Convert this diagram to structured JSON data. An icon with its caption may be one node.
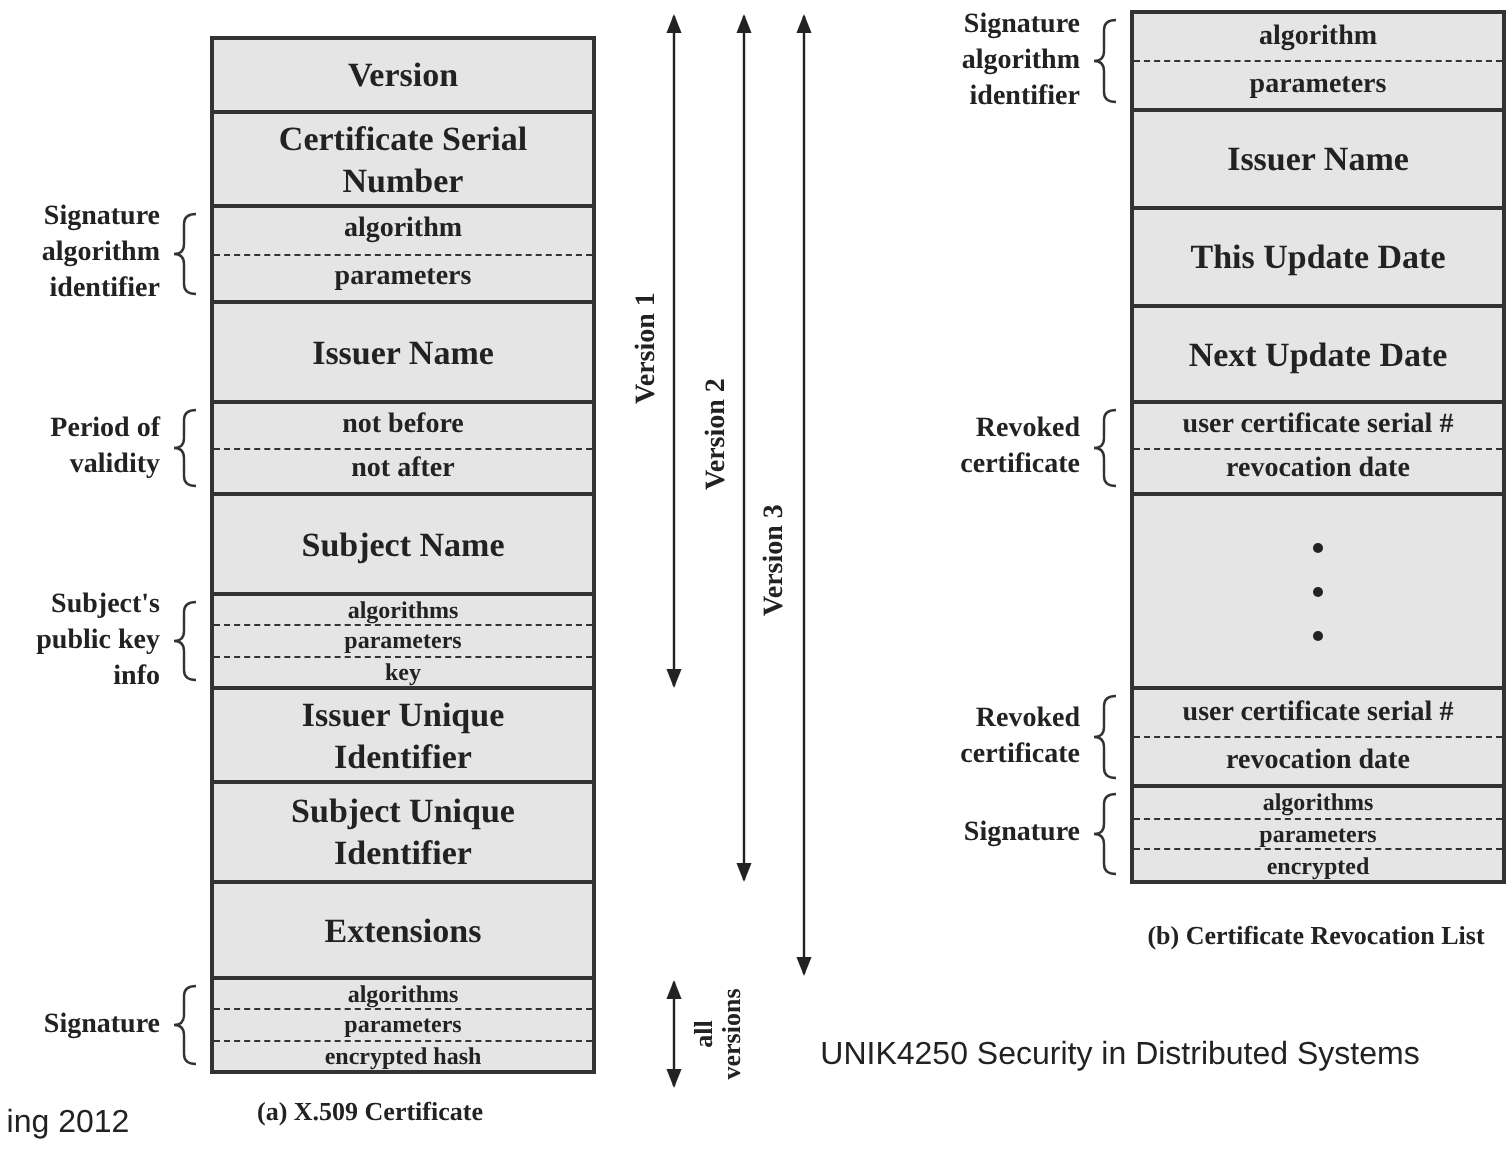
{
  "diagram": {
    "nodes": [
      {
        "text": [
          "Version"
        ]
      },
      {
        "text": [
          "Certificate Serial Number"
        ]
      },
      {
        "text": [
          "algorithm",
          "parameters"
        ],
        "beside": [
          "Signature algorithm identifier"
        ]
      },
      {
        "text": [
          "Issuer Name"
        ]
      },
      {
        "text": [
          "not before",
          "not after"
        ],
        "beside": [
          "Period of validity"
        ]
      },
      {
        "text": [
          "Subject Name"
        ]
      },
      {
        "text": [
          "algorithms",
          "parameters",
          "key"
        ],
        "beside": [
          "Subject's public key info"
        ]
      },
      {
        "text": [
          "Issuer Unique Identifier"
        ]
      },
      {
        "text": [
          "Subject Unique Identifier"
        ]
      },
      {
        "text": [
          "Extensions"
        ]
      },
      {
        "text": [
          "algorithms",
          "parameters",
          "encrypted hash"
        ],
        "beside": [
          "Signature"
        ]
      },
      {
        "text": [
          "algorithm",
          "parameters"
        ],
        "beside": [
          "Signature algorithm identifier"
        ]
      },
      {
        "text": [
          "Issuer Name"
        ]
      },
      {
        "text": [
          "This Update Date"
        ]
      },
      {
        "text": [
          "Next Update Date"
        ]
      },
      {
        "text": [
          "user certificate serial #",
          "revocation date"
        ],
        "beside": [
          "Revoked certificate"
        ]
      },
      {
        "text": [],
        "shape": "box"
      },
      {
        "text": [
          "user certificate serial #",
          "revocation date"
        ],
        "beside": [
          "Revoked certificate"
        ]
      },
      {
        "text": [
          "algorithms",
          "parameters",
          "encrypted"
        ],
        "beside": [
          "Signature"
        ]
      }
    ],
    "labels": [
      "Version 1",
      "Version 2",
      "Version 3",
      "all versions",
      "(b) Certificate Revocation List",
      "ing 2012",
      "UNIK4250 Security in Distributed Systems",
      "(a) X.509 Certificate"
    ]
  }
}
